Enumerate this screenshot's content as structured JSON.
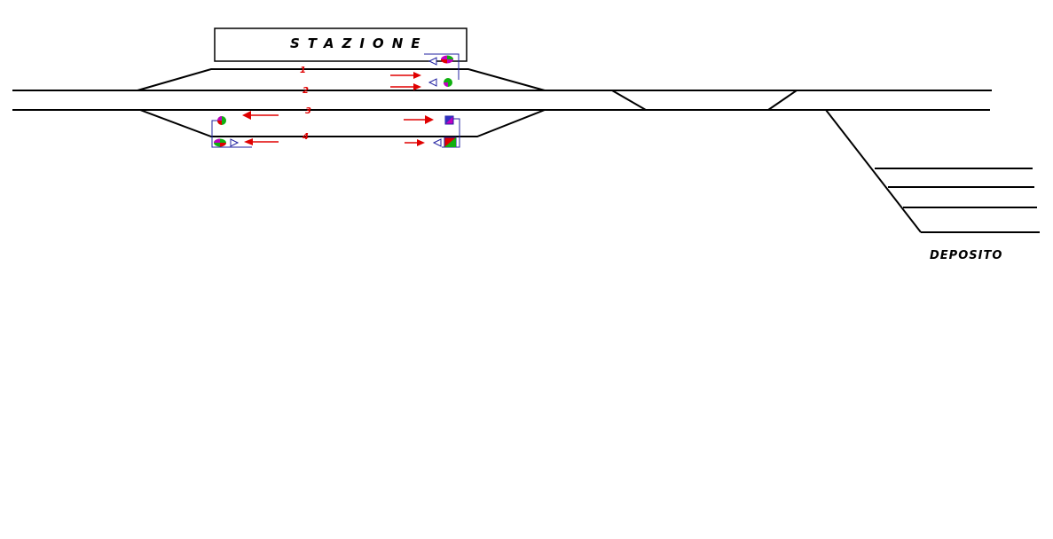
{
  "station": {
    "title": "STAZIONE"
  },
  "tracks": [
    {
      "number": "1"
    },
    {
      "number": "2"
    },
    {
      "number": "3"
    },
    {
      "number": "4"
    }
  ],
  "depot": {
    "label": "DEPOSITO"
  },
  "colors": {
    "track": "#000000",
    "wire": "#2020a0",
    "arrow": "#e00000",
    "signal_red": "#e00000",
    "signal_green": "#10b010",
    "signal_magenta": "#c000c0",
    "signal_blue": "#3030c0"
  }
}
